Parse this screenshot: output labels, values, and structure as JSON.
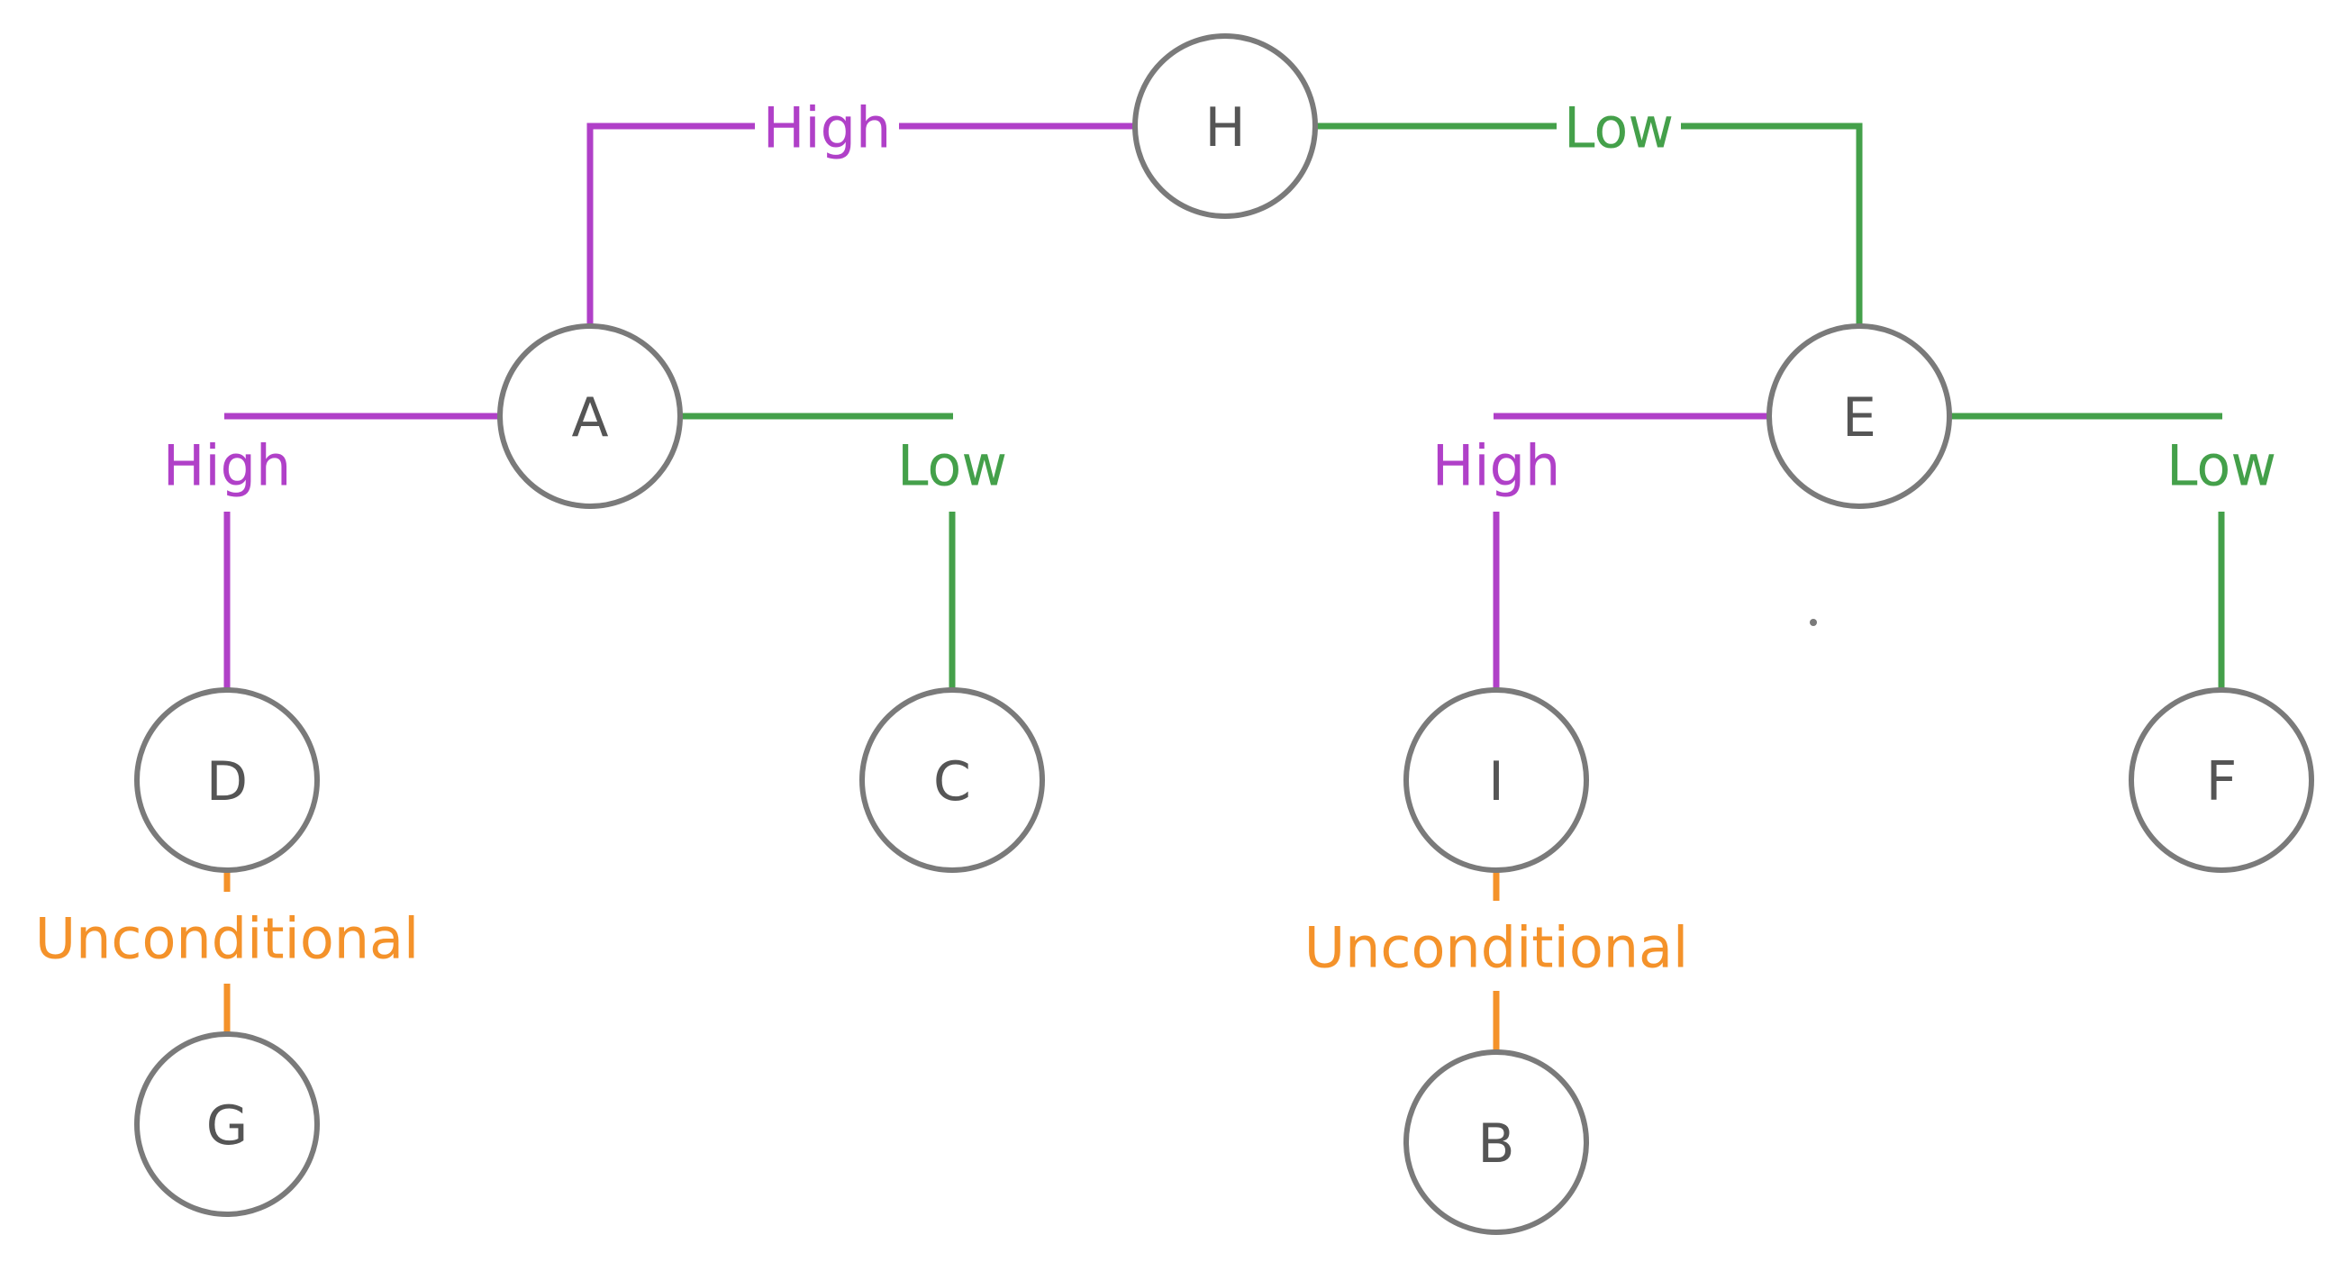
{
  "colors": {
    "high": "#b040c8",
    "low": "#44a04a",
    "unconditional": "#f4922a",
    "node_stroke": "#7a7a7a",
    "node_text": "#555555",
    "background": "#ffffff"
  },
  "nodes": {
    "H": "H",
    "A": "A",
    "E": "E",
    "D": "D",
    "C": "C",
    "I": "I",
    "F": "F",
    "G": "G",
    "B": "B"
  },
  "edges": {
    "H_A": "High",
    "H_E": "Low",
    "A_D": "High",
    "A_C": "Low",
    "E_I": "High",
    "E_F": "Low",
    "D_G": "Unconditional",
    "I_B": "Unconditional"
  }
}
